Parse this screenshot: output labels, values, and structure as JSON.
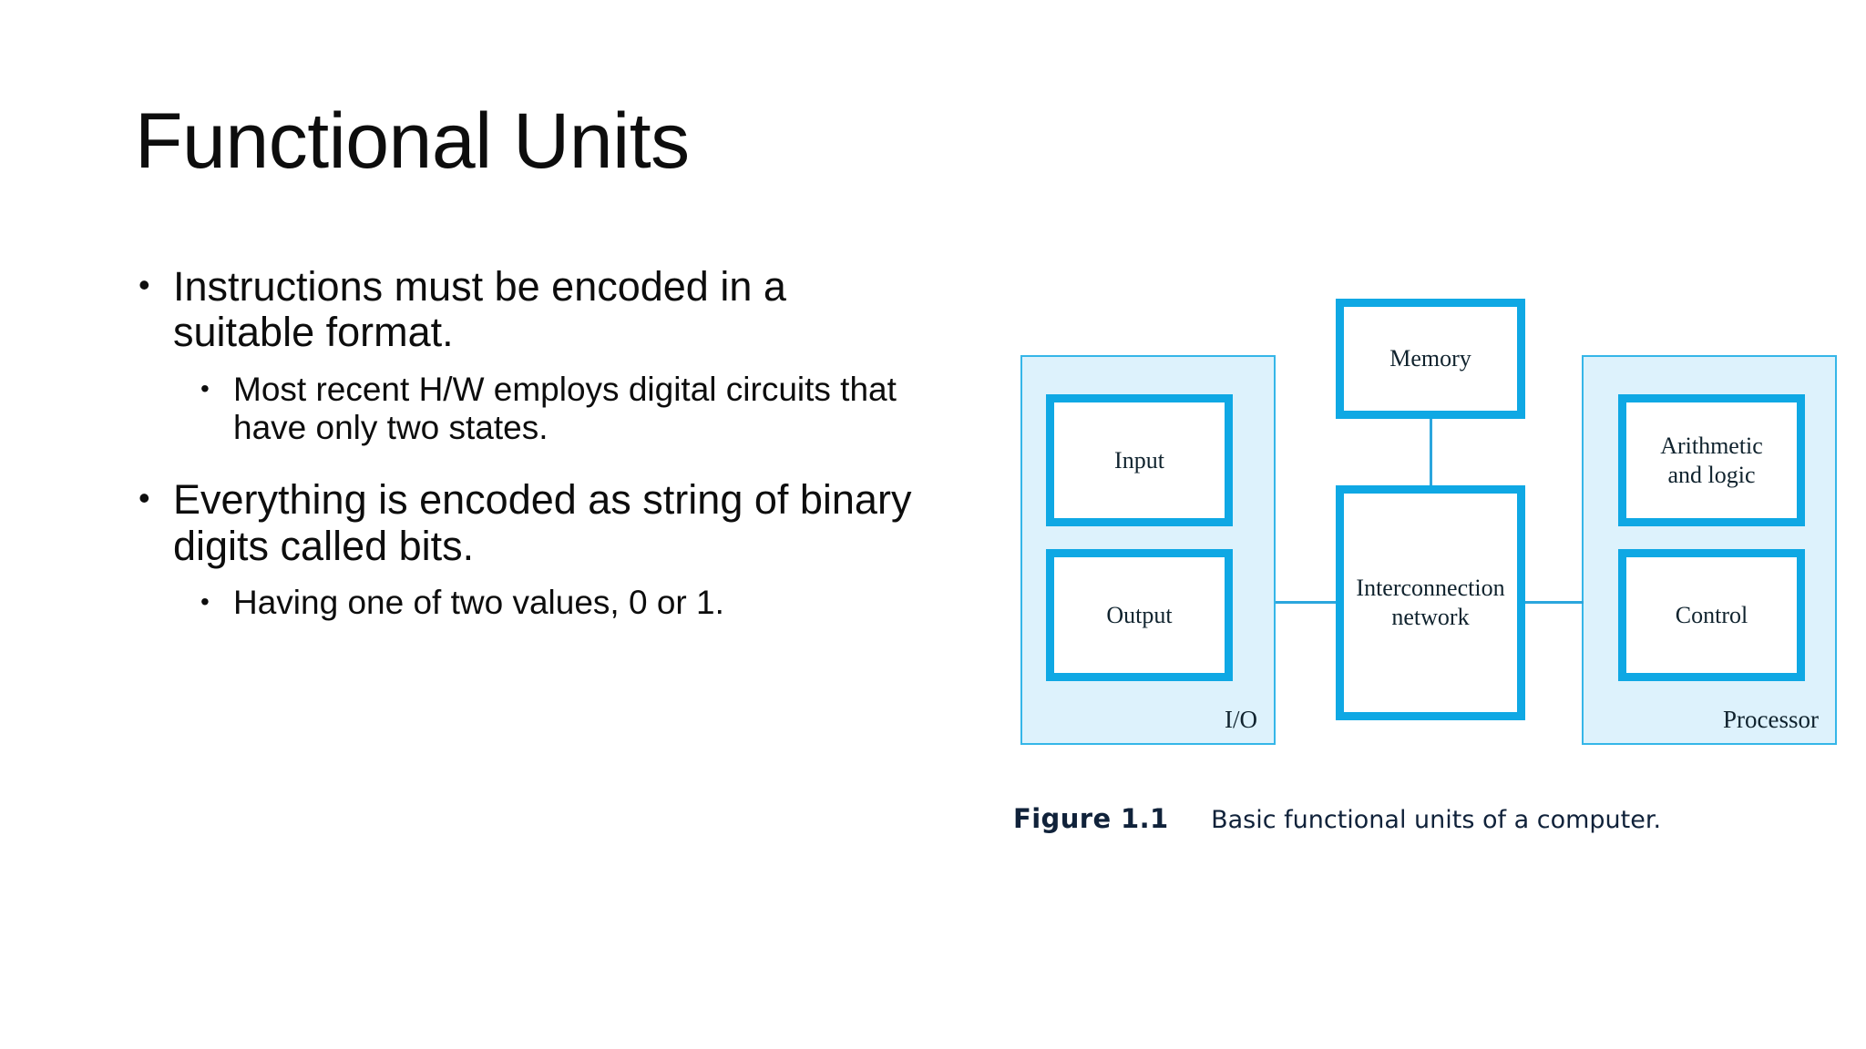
{
  "slide": {
    "title": "Functional Units"
  },
  "body": {
    "bullets": [
      {
        "level": 1,
        "marker": "•",
        "text": "Instructions must be encoded in a suitable format."
      },
      {
        "level": 2,
        "marker": "•",
        "text": "Most recent H/W employs digital circuits that have only two states."
      },
      {
        "level": 1,
        "marker": "•",
        "text": "Everything is encoded as string of binary digits called bits."
      },
      {
        "level": 2,
        "marker": "•",
        "text": "Having one of two values, 0 or 1."
      }
    ]
  },
  "figure": {
    "caption_number": "Figure 1.1",
    "caption_text": "Basic functional units of a computer.",
    "panels": {
      "io_label": "I/O",
      "processor_label": "Processor"
    },
    "boxes": {
      "memory": "Memory",
      "input": "Input",
      "output": "Output",
      "interconnection": "Interconnection network",
      "alu": "Arithmetic and logic",
      "control": "Control"
    },
    "colors": {
      "box_border": "#0fa8e4",
      "panel_fill": "#ddf2fc",
      "panel_border": "#35b6e8",
      "connector": "#2ba6dd",
      "text": "#10232e"
    }
  }
}
